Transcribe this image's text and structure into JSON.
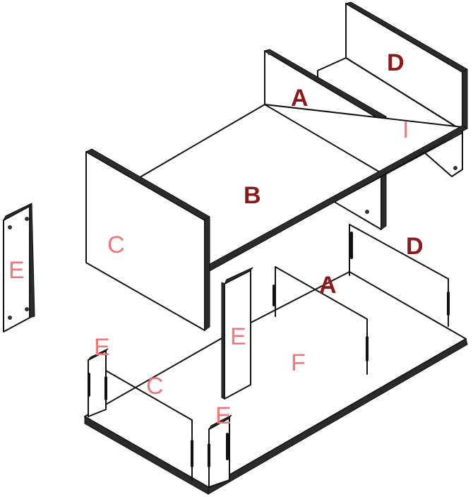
{
  "labels": {
    "a_top": "A",
    "d_top": "D",
    "i_panel": "I",
    "b_panel": "B",
    "c_panel": "C",
    "e_left": "E",
    "d_base": "D",
    "a_base": "A",
    "e_mid": "E",
    "f_base": "F",
    "c_base": "C",
    "e_small_left": "E",
    "e_small_front": "E"
  },
  "colors": {
    "dark_label": "#8b1a1a",
    "light_label": "#f07878",
    "stroke": "#111111"
  }
}
